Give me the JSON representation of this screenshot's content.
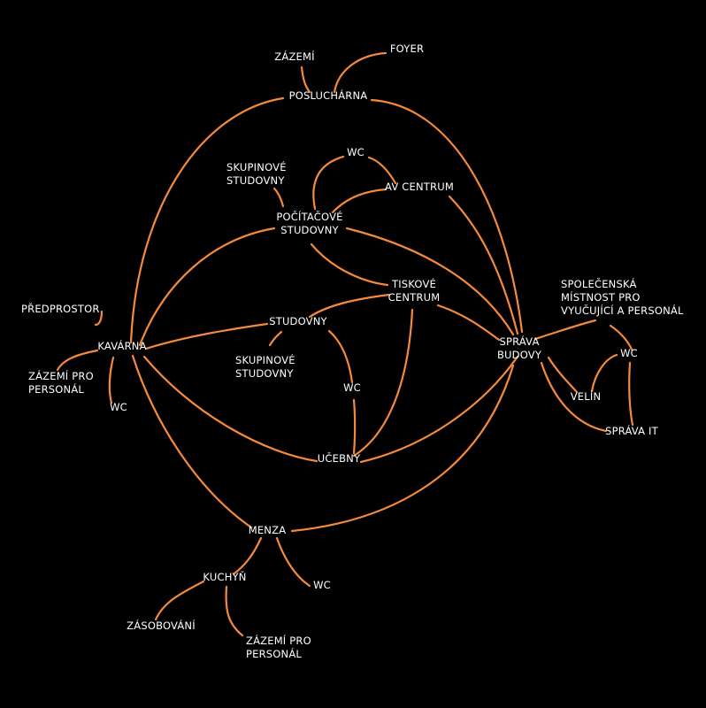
{
  "colors": {
    "background": "#000000",
    "edge": "#f58a3c",
    "label": "#ffffff"
  },
  "nodes": {
    "zazemi_top": {
      "lines": [
        "ZÁZEMÍ"
      ]
    },
    "foyer": {
      "lines": [
        "FOYER"
      ]
    },
    "posluchárna": {
      "lines": [
        "POSLUCHÁRNA"
      ]
    },
    "wc_top": {
      "lines": [
        "WC"
      ]
    },
    "skupinove_top": {
      "lines": [
        "SKUPINOVÉ",
        "STUDOVNY"
      ]
    },
    "av_centrum": {
      "lines": [
        "AV CENTRUM"
      ]
    },
    "pocitacove": {
      "lines": [
        "POČÍTAČOVÉ",
        "STUDOVNY"
      ]
    },
    "tiskove": {
      "lines": [
        "TISKOVÉ",
        "CENTRUM"
      ]
    },
    "spolecenska": {
      "lines": [
        "SPOLEČENSKÁ",
        "MÍSTNOST PRO",
        "VYUČUJÍCÍ A PERSONÁL"
      ]
    },
    "predprostor": {
      "lines": [
        "PŘEDPROSTOR"
      ]
    },
    "studovny": {
      "lines": [
        "STUDOVNY"
      ]
    },
    "kavarna": {
      "lines": [
        "KAVÁRNA"
      ]
    },
    "sprava_budovy": {
      "lines": [
        "SPRÁVA",
        "BUDOVY"
      ]
    },
    "wc_right": {
      "lines": [
        "WC"
      ]
    },
    "skupinove_mid": {
      "lines": [
        "SKUPINOVÉ",
        "STUDOVNY"
      ]
    },
    "zazemi_personal_left": {
      "lines": [
        "ZÁZEMÍ PRO",
        "PERSONÁL"
      ]
    },
    "wc_mid": {
      "lines": [
        "WC"
      ]
    },
    "velin": {
      "lines": [
        "VELÍN"
      ]
    },
    "wc_left": {
      "lines": [
        "WC"
      ]
    },
    "sprava_it": {
      "lines": [
        "SPRÁVA IT"
      ]
    },
    "ucebny": {
      "lines": [
        "UČEBNY"
      ]
    },
    "menza": {
      "lines": [
        "MENZA"
      ]
    },
    "kuchyn": {
      "lines": [
        "KUCHYŇ"
      ]
    },
    "wc_bottom": {
      "lines": [
        "WC"
      ]
    },
    "zasobovani": {
      "lines": [
        "ZÁSOBOVÁNÍ"
      ]
    },
    "zazemi_personal_bottom": {
      "lines": [
        "ZÁZEMÍ PRO",
        "PERSONÁL"
      ]
    }
  },
  "edges": [
    {
      "from": "kavarna",
      "to": "posluchárna"
    },
    {
      "from": "posluchárna",
      "to": "sprava_budovy"
    },
    {
      "from": "posluchárna",
      "to": "zazemi_top"
    },
    {
      "from": "posluchárna",
      "to": "foyer"
    },
    {
      "from": "pocitacove",
      "to": "skupinove_top"
    },
    {
      "from": "pocitacove",
      "to": "wc_top"
    },
    {
      "from": "pocitacove",
      "to": "av_centrum"
    },
    {
      "from": "wc_top",
      "to": "av_centrum"
    },
    {
      "from": "av_centrum",
      "to": "sprava_budovy"
    },
    {
      "from": "pocitacove",
      "to": "kavarna"
    },
    {
      "from": "pocitacove",
      "to": "tiskove"
    },
    {
      "from": "pocitacove",
      "to": "sprava_budovy"
    },
    {
      "from": "tiskove",
      "to": "studovny"
    },
    {
      "from": "tiskove",
      "to": "sprava_budovy"
    },
    {
      "from": "tiskove",
      "to": "ucebny"
    },
    {
      "from": "kavarna",
      "to": "predprostor"
    },
    {
      "from": "kavarna",
      "to": "zazemi_personal_left"
    },
    {
      "from": "kavarna",
      "to": "wc_left"
    },
    {
      "from": "kavarna",
      "to": "studovny"
    },
    {
      "from": "kavarna",
      "to": "ucebny"
    },
    {
      "from": "kavarna",
      "to": "menza"
    },
    {
      "from": "studovny",
      "to": "skupinove_mid"
    },
    {
      "from": "studovny",
      "to": "wc_mid"
    },
    {
      "from": "wc_mid",
      "to": "ucebny"
    },
    {
      "from": "ucebny",
      "to": "sprava_budovy"
    },
    {
      "from": "menza",
      "to": "sprava_budovy"
    },
    {
      "from": "sprava_budovy",
      "to": "spolecenska"
    },
    {
      "from": "sprava_budovy",
      "to": "velin"
    },
    {
      "from": "sprava_budovy",
      "to": "sprava_it"
    },
    {
      "from": "velin",
      "to": "wc_right"
    },
    {
      "from": "wc_right",
      "to": "sprava_it"
    },
    {
      "from": "spolecenska",
      "to": "sprava_it"
    },
    {
      "from": "menza",
      "to": "kuchyn"
    },
    {
      "from": "menza",
      "to": "wc_bottom"
    },
    {
      "from": "kuchyn",
      "to": "zasobovani"
    },
    {
      "from": "kuchyn",
      "to": "zazemi_personal_bottom"
    }
  ]
}
